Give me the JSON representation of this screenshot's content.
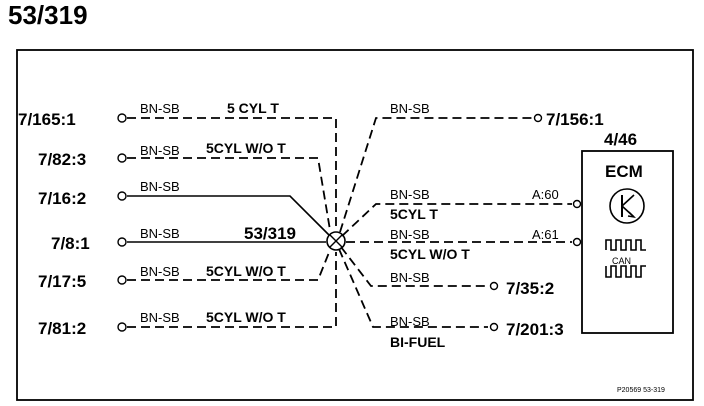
{
  "title": "53/319",
  "splice_label": "53/319",
  "left_connections": [
    {
      "id": "7/165:1",
      "wire": "BN-SB",
      "note": "5 CYL T"
    },
    {
      "id": "7/82:3",
      "wire": "BN-SB",
      "note": "5CYL W/O T"
    },
    {
      "id": "7/16:2",
      "wire": "BN-SB",
      "note": ""
    },
    {
      "id": "7/8:1",
      "wire": "BN-SB",
      "note": ""
    },
    {
      "id": "7/17:5",
      "wire": "BN-SB",
      "note": "5CYL W/O T"
    },
    {
      "id": "7/81:2",
      "wire": "BN-SB",
      "note": "5CYL W/O T"
    }
  ],
  "right_connections": [
    {
      "id": "7/156:1",
      "wire": "BN-SB",
      "note": ""
    },
    {
      "id": "A:60",
      "wire": "BN-SB",
      "note": "5CYL T"
    },
    {
      "id": "A:61",
      "wire": "BN-SB",
      "note": "5CYL W/O T"
    },
    {
      "id": "7/35:2",
      "wire": "BN-SB",
      "note": ""
    },
    {
      "id": "7/201:3",
      "wire": "BN-SB",
      "note": "BI-FUEL"
    }
  ],
  "component": {
    "ref": "4/46",
    "name": "ECM",
    "bus": "CAN"
  },
  "figure_code": "P20569 53-319",
  "icons": {
    "splice": "splice-node-icon",
    "ecm_transistor": "transistor-icon",
    "can_bus": "can-bus-icon"
  }
}
